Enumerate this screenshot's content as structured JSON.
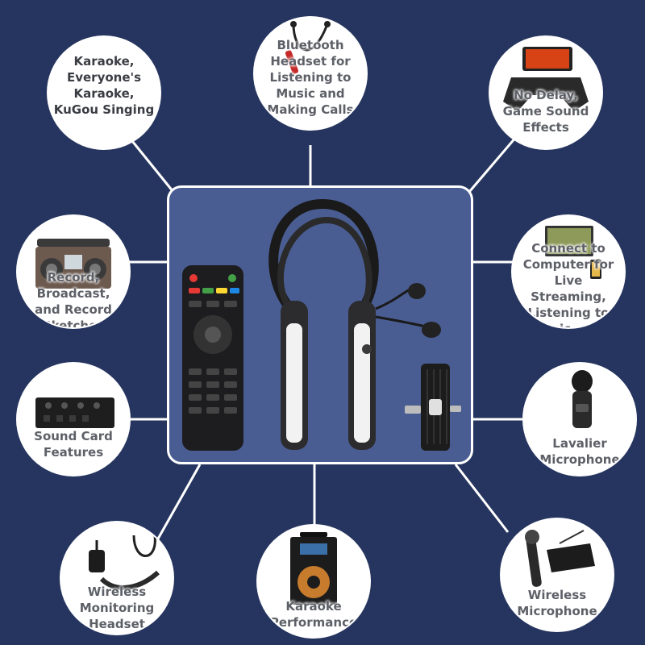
{
  "product": {
    "name": "neckband-headset-with-remote-and-receiver"
  },
  "features": [
    {
      "id": "karaoke",
      "label": "Karaoke, Everyone's Karaoke, KuGou Singing",
      "icon": "karaoke-text-icon"
    },
    {
      "id": "bluetooth",
      "label": "Bluetooth Headset for Listening to Music and Making Calls",
      "icon": "neckband-earphones-icon"
    },
    {
      "id": "game",
      "label": "No Delay, Game Sound Effects",
      "icon": "game-controller-icon"
    },
    {
      "id": "record",
      "label": "Record, Broadcast, and Record Sketches",
      "icon": "boombox-icon"
    },
    {
      "id": "computer",
      "label": "Connect to Computer for Live Streaming, Listening to Music, and Gaming",
      "icon": "computer-phone-icon"
    },
    {
      "id": "soundcard",
      "label": "Sound Card Features",
      "icon": "sound-card-icon"
    },
    {
      "id": "lavalier",
      "label": "Lavalier Microphone",
      "icon": "lavalier-mic-icon"
    },
    {
      "id": "monitoring",
      "label": "Wireless Monitoring Headset",
      "icon": "wireless-earphones-icon"
    },
    {
      "id": "performance",
      "label": "Karaoke Performance",
      "icon": "speaker-box-icon"
    },
    {
      "id": "wirelessmic",
      "label": "Wireless Microphone",
      "icon": "handheld-mic-icon"
    }
  ],
  "colors": {
    "background": "#26355f",
    "panel": "#4a5d92",
    "label": "#5e6068"
  }
}
